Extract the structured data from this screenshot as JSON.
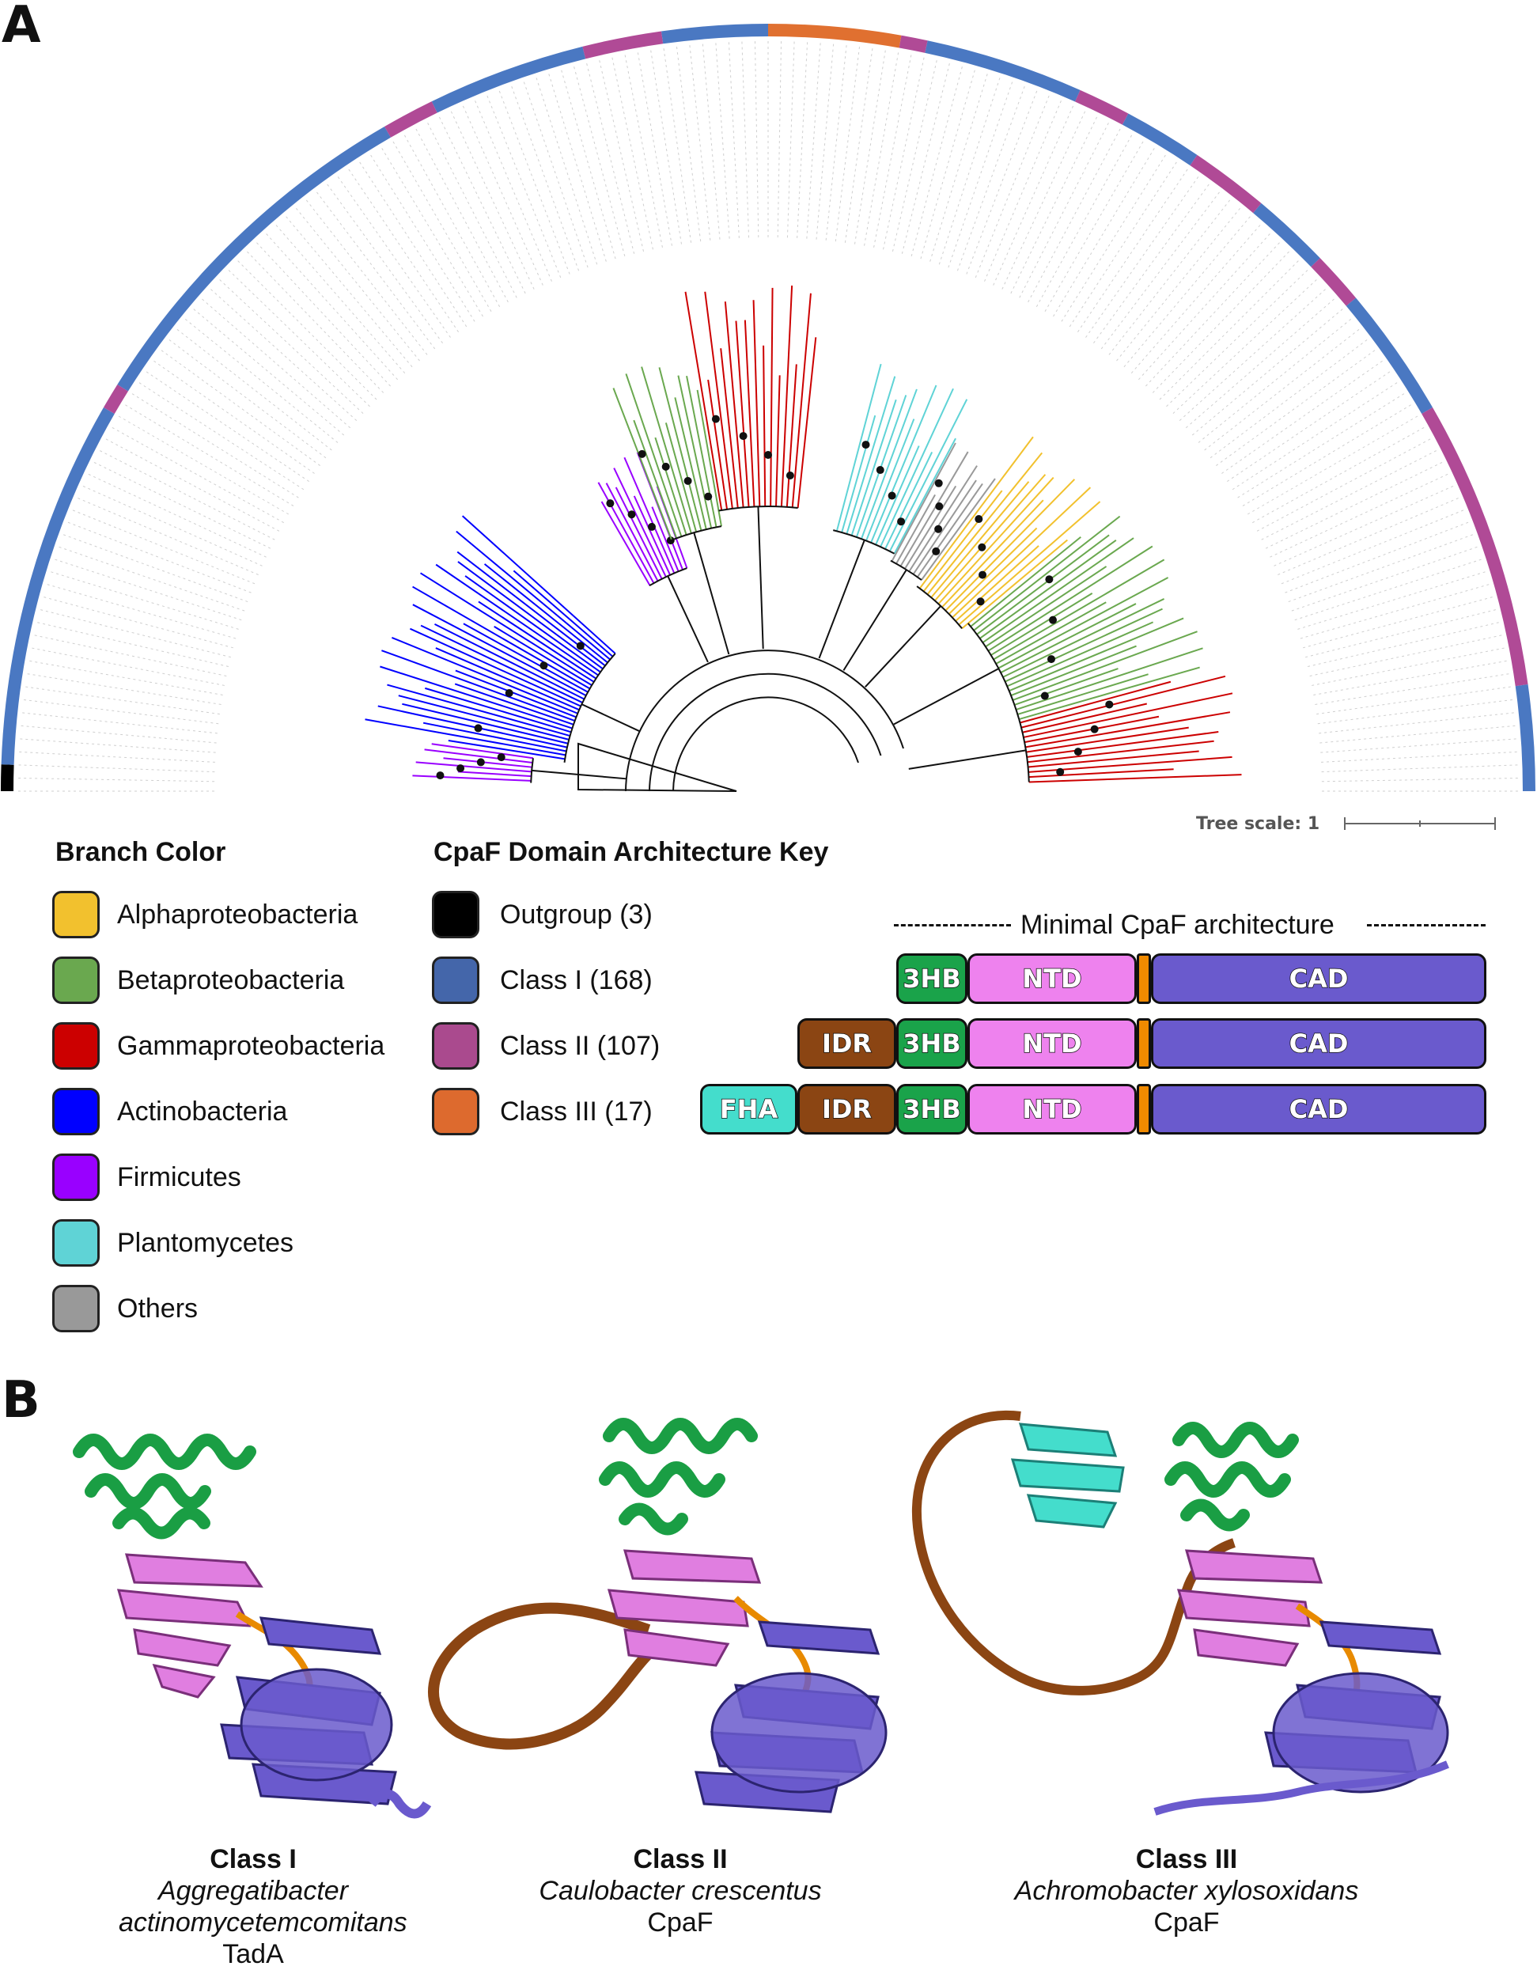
{
  "panels": {
    "a": "A",
    "b": "B"
  },
  "branch_color": {
    "title": "Branch Color",
    "items": [
      {
        "label": "Alphaproteobacteria",
        "color": "#f2c12e"
      },
      {
        "label": "Betaproteobacteria",
        "color": "#6aa84f"
      },
      {
        "label": "Gammaproteobacteria",
        "color": "#cc0000"
      },
      {
        "label": "Actinobacteria",
        "color": "#0000ff"
      },
      {
        "label": "Firmicutes",
        "color": "#9900ff"
      },
      {
        "label": "Plantomycetes",
        "color": "#5fd3d6"
      },
      {
        "label": "Others",
        "color": "#999999"
      }
    ]
  },
  "domain_key": {
    "title": "CpaF Domain Architecture Key",
    "items": [
      {
        "label": "Outgroup (3)",
        "color": "#000000"
      },
      {
        "label": "Class I (168)",
        "color": "#4466aa"
      },
      {
        "label": "Class II (107)",
        "color": "#aa4a8e"
      },
      {
        "label": "Class III (17)",
        "color": "#dd6a2e"
      }
    ]
  },
  "architecture": {
    "minimal_label": "Minimal CpaF architecture",
    "domains": {
      "fha": {
        "label": "FHA",
        "color": "#44ddcc"
      },
      "idr": {
        "label": "IDR",
        "color": "#8b4513"
      },
      "hb3": {
        "label": "3HB",
        "color": "#1aa34a"
      },
      "ntd": {
        "label": "NTD",
        "color": "#ee82ee"
      },
      "linker": {
        "label": "",
        "color": "#f08a00"
      },
      "cad": {
        "label": "CAD",
        "color": "#6a5acd"
      }
    }
  },
  "tree": {
    "scale_label": "Tree scale: 1",
    "ring_colors": {
      "class1": "#4a78c2",
      "class2": "#b04a96",
      "class3": "#e07030",
      "outgroup": "#000000"
    }
  },
  "structures": [
    {
      "title": "Class I",
      "species": "Aggregatibacter actinomycetemcomitans",
      "protein": "TadA"
    },
    {
      "title": "Class II",
      "species": "Caulobacter crescentus",
      "protein": "CpaF"
    },
    {
      "title": "Class III",
      "species": "Achromobacter xylosoxidans",
      "protein": "CpaF"
    }
  ]
}
